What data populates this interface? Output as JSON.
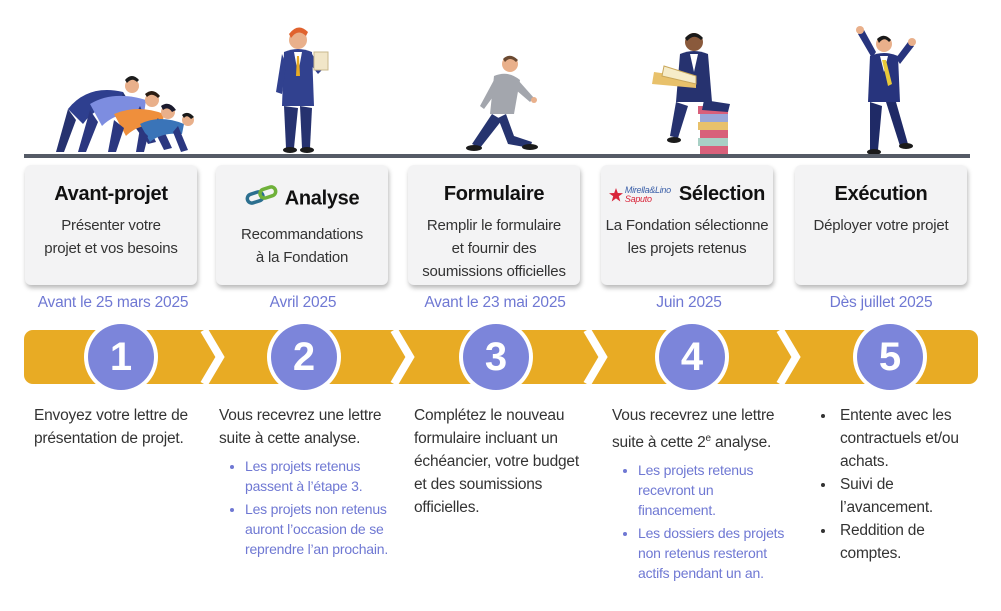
{
  "steps": [
    {
      "title": "Avant-projet",
      "desc": [
        "Présenter votre",
        "projet et vos besoins"
      ],
      "date": "Avant le 25 mars 2025",
      "number": "1",
      "text": [
        "Envoyez votre lettre de",
        "présentation de projet."
      ],
      "bullets": []
    },
    {
      "title": "Analyse",
      "desc": [
        "Recommandations",
        "à la Fondation"
      ],
      "date": "Avril 2025",
      "number": "2",
      "text": [
        "Vous recevrez une lettre",
        "suite à cette analyse."
      ],
      "bullets": [
        "Les projets retenus passent à l’étape 3.",
        "Les projets non retenus auront l’occasion de se reprendre l’an prochain."
      ]
    },
    {
      "title": "Formulaire",
      "desc": [
        "Remplir le formulaire",
        "et fournir des",
        "soumissions officielles"
      ],
      "date": "Avant le 23 mai 2025",
      "number": "3",
      "text": [
        "Complétez le nouveau",
        "formulaire incluant un",
        "échéancier, votre budget",
        "et des soumissions",
        "officielles."
      ],
      "bullets": []
    },
    {
      "title": "Sélection",
      "desc": [
        "La Fondation sélectionne",
        "les projets retenus"
      ],
      "date": "Juin 2025",
      "number": "4",
      "text_line1": "Vous recevrez une lettre",
      "text_line2_pre": "suite à cette 2",
      "text_line2_sup": "e",
      "text_line2_post": " analyse.",
      "bullets": [
        "Les projets retenus recevront un financement.",
        "Les dossiers des projets non retenus resteront actifs pendant un an."
      ]
    },
    {
      "title": "Exécution",
      "desc": [
        "Déployer votre projet"
      ],
      "date": "Dès juillet 2025",
      "number": "5",
      "text": [],
      "bullets": [
        "Entente avec les contractuels et/ou achats.",
        "Suivi de l’avancement.",
        "Reddition de comptes."
      ]
    }
  ],
  "logo_mirella": {
    "line1": "Mirella&Lino",
    "line2": "Saputo"
  },
  "colors": {
    "band": "#e8ab24",
    "circle": "#7c85da",
    "accent_text": "#6f78d3",
    "card_bg": "#f3f3f4"
  }
}
